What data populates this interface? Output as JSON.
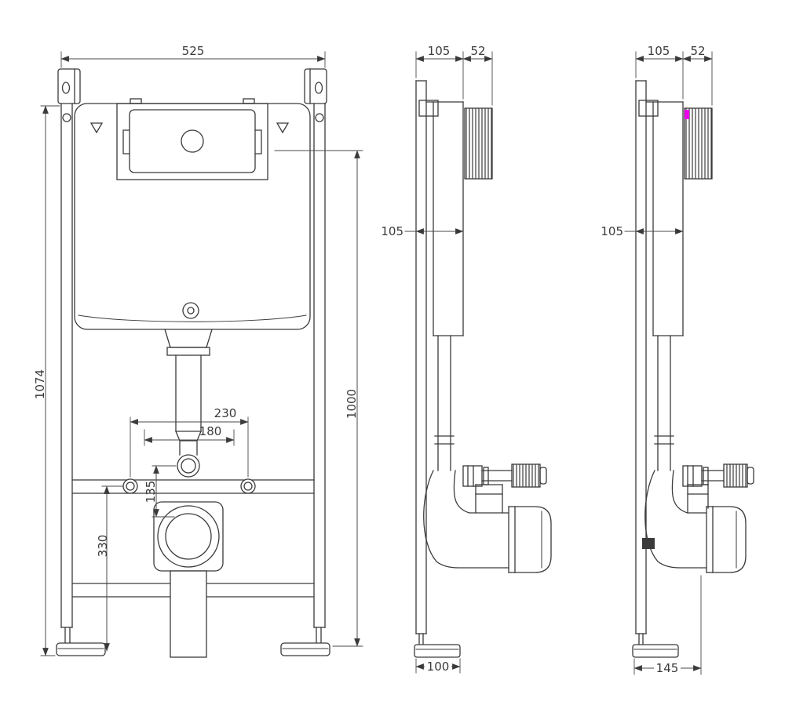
{
  "meta": {
    "background": "#ffffff",
    "line_color": "#3a3a3a",
    "accent_color": "#ec00ec"
  },
  "views": {
    "front": {
      "dims": {
        "width": "525",
        "overall_height": "1074",
        "frame_height": "1000",
        "fixing_span_outer": "230",
        "fixing_span_inner": "180",
        "waste_drop": "135",
        "waste_height": "330"
      }
    },
    "side_center": {
      "dims": {
        "frame_depth_top": "105",
        "cistern_depth": "52",
        "frame_depth_mid": "105",
        "foot_depth": "100"
      }
    },
    "side_right": {
      "dims": {
        "frame_depth_top": "105",
        "cistern_depth": "52",
        "frame_depth_mid": "105",
        "foot_depth": "145"
      }
    }
  }
}
